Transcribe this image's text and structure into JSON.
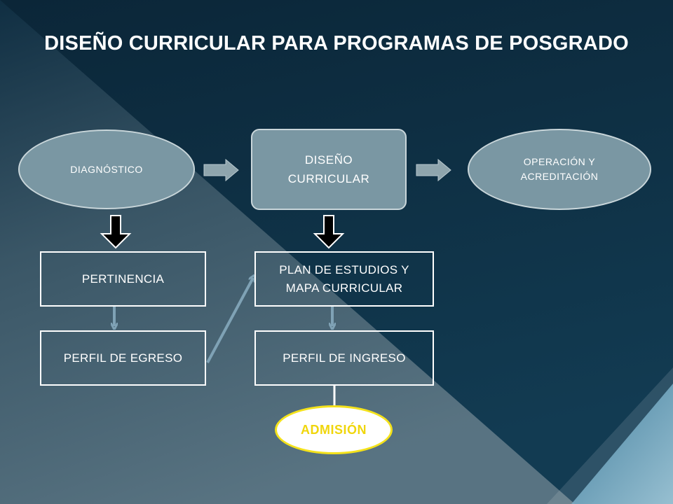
{
  "title": "DISEÑO CURRICULAR PARA PROGRAMAS DE POSGRADO",
  "nodes": {
    "diagnostico": "DIAGNÓSTICO",
    "diseno": "DISEÑO\nCURRICULAR",
    "operacion": "OPERACIÓN Y\nACREDITACIÓN",
    "pertinencia": "PERTINENCIA",
    "plan": "PLAN DE ESTUDIOS Y\nMAPA CURRICULAR",
    "perfil_egreso": "PERFIL DE EGRESO",
    "perfil_ingreso": "PERFIL DE INGRESO",
    "admision": "ADMISIÓN"
  },
  "colors": {
    "background_dark": "#0e3145",
    "background_light": "#55707e",
    "node_fill": "#7a97a3",
    "arrow_gray": "#8fa5ad",
    "connector_blue": "#7fa2b5",
    "admision_border": "#f4e21b",
    "admision_text": "#f0d60c"
  }
}
